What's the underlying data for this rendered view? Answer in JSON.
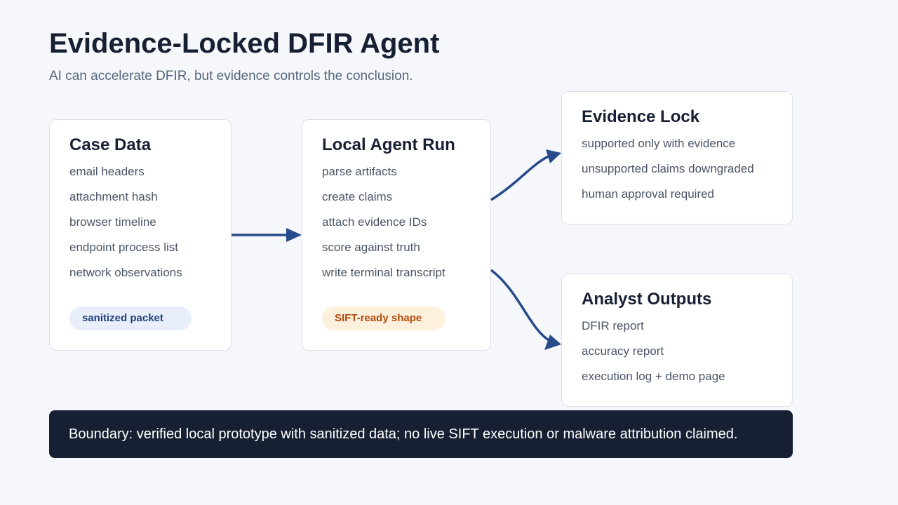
{
  "header": {
    "title": "Evidence-Locked DFIR Agent",
    "subtitle": "AI can accelerate DFIR, but evidence controls the conclusion."
  },
  "cards": {
    "case_data": {
      "title": "Case Data",
      "items": [
        "email headers",
        "attachment hash",
        "browser timeline",
        "endpoint process list",
        "network observations"
      ],
      "badge": "sanitized packet"
    },
    "agent_run": {
      "title": "Local Agent Run",
      "items": [
        "parse artifacts",
        "create claims",
        "attach evidence IDs",
        "score against truth",
        "write terminal transcript"
      ],
      "badge": "SIFT-ready shape"
    },
    "evidence_lock": {
      "title": "Evidence Lock",
      "items": [
        "supported only with evidence",
        "unsupported claims downgraded",
        "human approval required"
      ]
    },
    "analyst_outputs": {
      "title": "Analyst Outputs",
      "items": [
        "DFIR report",
        "accuracy report",
        "execution log + demo page"
      ]
    }
  },
  "boundary": {
    "text": "Boundary: verified local prototype with sanitized data; no live SIFT execution or malware attribution claimed."
  },
  "colors": {
    "arrow": "#264a8a",
    "dark": "#172033",
    "badge_blue_bg": "#e8eefa",
    "badge_blue_text": "#22427a",
    "badge_orange_bg": "#fdf0dc",
    "badge_orange_text": "#b14a0a"
  }
}
